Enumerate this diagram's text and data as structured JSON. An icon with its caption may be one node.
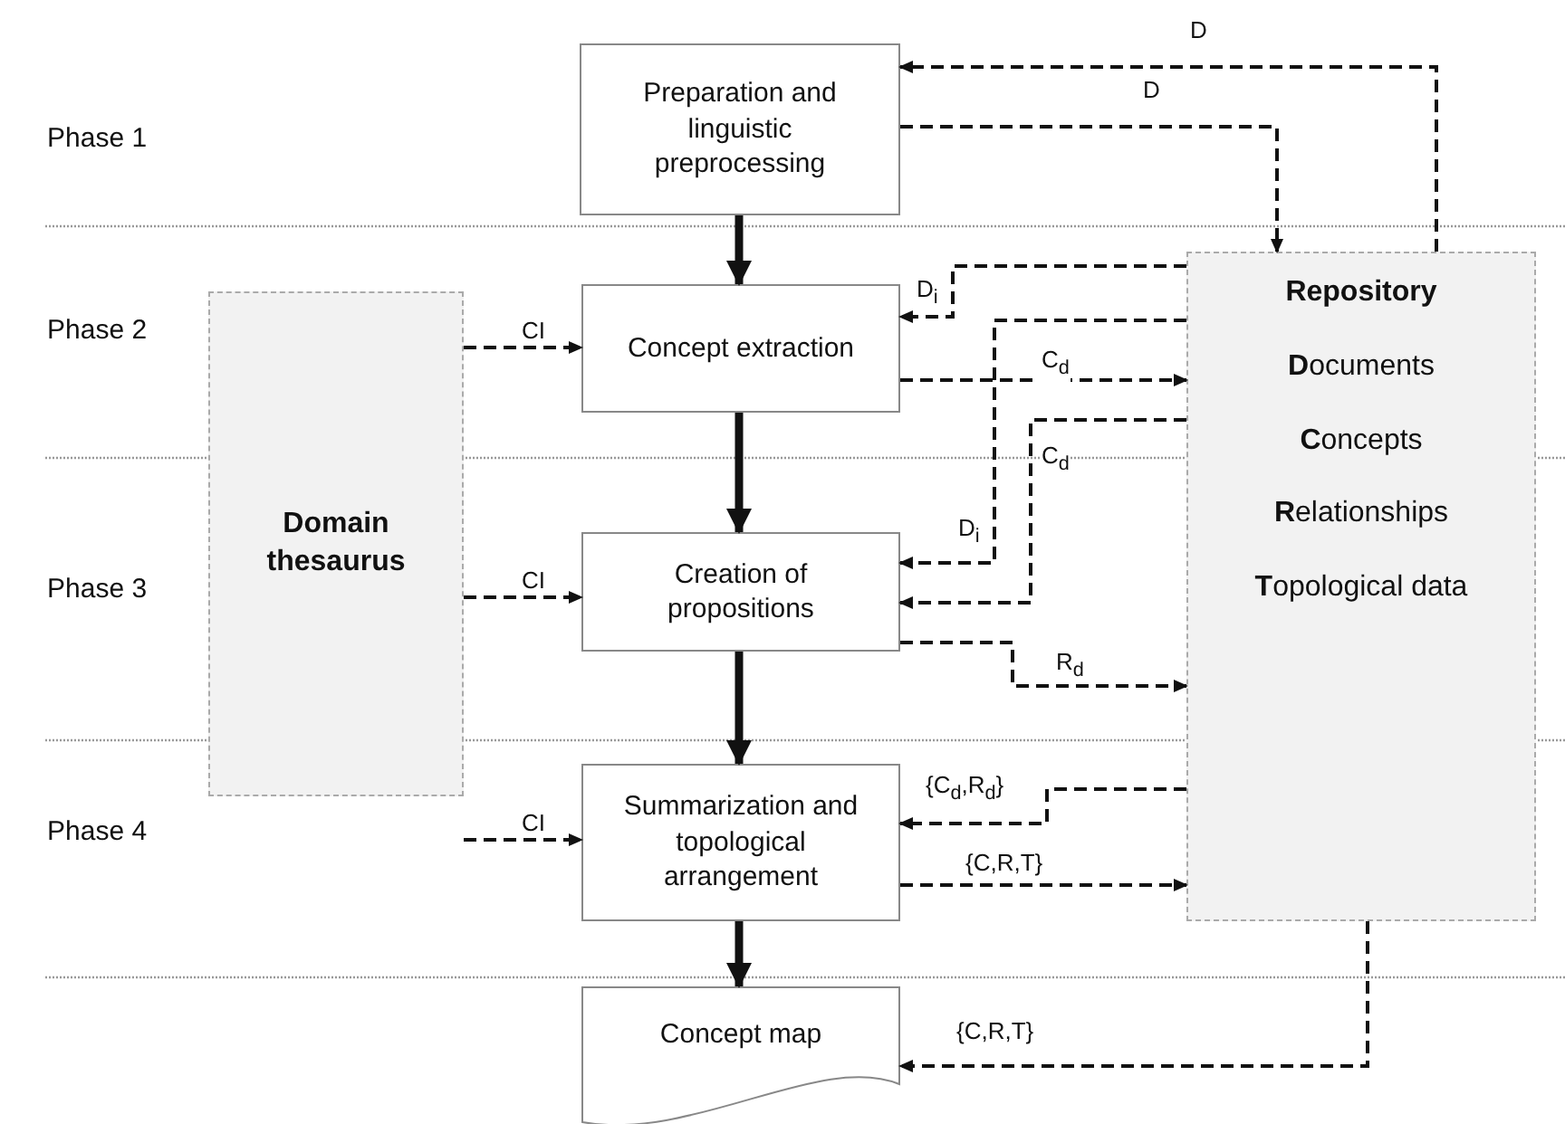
{
  "diagram": {
    "nodes": [
      {
        "text": [
          "Preparation and linguistic preprocessing"
        ]
      },
      {
        "text": [
          "Domain thesaurus"
        ]
      },
      {
        "text": [
          "Concept extraction"
        ]
      },
      {
        "text": [
          "Creation of propositions"
        ]
      },
      {
        "text": [
          "Summarization and topological arrangement"
        ]
      },
      {
        "text": [
          "Concept map"
        ]
      },
      {
        "text": [
          "Repository",
          "**D**ocuments",
          "**C**oncepts",
          "**R**elationships",
          "**T**opological data"
        ]
      }
    ],
    "edges": [
      {
        "from": 0,
        "to": 2,
        "arrow": "to",
        "style": "thick"
      },
      {
        "from": 2,
        "to": 3,
        "arrow": "to",
        "style": "thick"
      },
      {
        "from": 3,
        "to": 4,
        "arrow": "to",
        "style": "thick"
      },
      {
        "from": 4,
        "to": 5,
        "arrow": "to",
        "style": "thick"
      },
      {
        "from": 6,
        "to": 0,
        "arrow": "to",
        "style": "dashed",
        "label": "D"
      },
      {
        "from": 0,
        "to": 6,
        "arrow": "to",
        "style": "dashed",
        "label": "D"
      },
      {
        "from": 6,
        "to": 2,
        "arrow": "to",
        "style": "dashed",
        "label": "D$_{i}$"
      },
      {
        "from": 6,
        "to": 3,
        "arrow": "to",
        "style": "dashed",
        "label": "D$_{i}$"
      },
      {
        "from": 2,
        "to": 6,
        "arrow": "to",
        "style": "dashed",
        "label": "C$_{d}$"
      },
      {
        "from": 6,
        "to": 3,
        "arrow": "to",
        "style": "dashed",
        "label": "C$_{d}$"
      },
      {
        "from": 3,
        "to": 6,
        "arrow": "to",
        "style": "dashed",
        "label": "R$_{d}$"
      },
      {
        "from": 6,
        "to": 4,
        "arrow": "to",
        "style": "dashed",
        "label": "{C$_{d}$,R$_{d}$}"
      },
      {
        "from": 4,
        "to": 6,
        "arrow": "to",
        "style": "dashed",
        "label": "{C,R,T}"
      },
      {
        "from": 6,
        "to": 5,
        "arrow": "to",
        "style": "dashed",
        "label": "{C,R,T}"
      },
      {
        "from": 1,
        "to": 2,
        "arrow": "to",
        "style": "dashed",
        "label": "CI"
      },
      {
        "from": 1,
        "to": 3,
        "arrow": "to",
        "style": "dashed",
        "label": "CI"
      },
      {
        "from": 1,
        "to": 4,
        "arrow": "to",
        "style": "dashed",
        "label": "CI"
      }
    ],
    "labels": [
      "Phase 1",
      "Phase 2",
      "Phase 3",
      "Phase 4"
    ]
  }
}
